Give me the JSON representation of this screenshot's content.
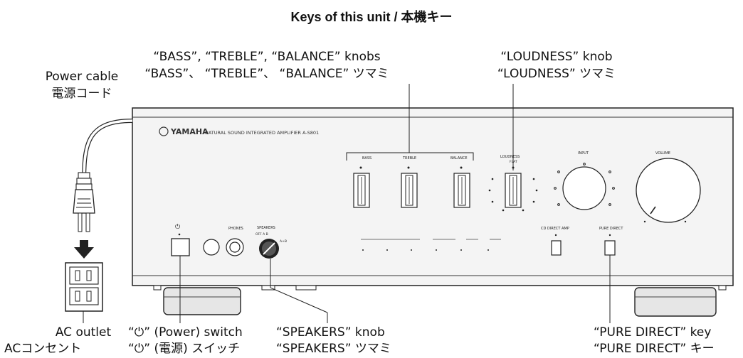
{
  "title": "Keys of this unit / 本機キー",
  "unit": {
    "brand": "YAMAHA",
    "model_line": "NATURAL SOUND INTEGRATED AMPLIFIER  A-S801",
    "knob_labels": {
      "bass": "BASS",
      "treble": "TREBLE",
      "balance": "BALANCE",
      "loudness": "LOUDNESS",
      "flat": "FLAT",
      "input": "INPUT",
      "volume": "VOLUME",
      "phones": "PHONES",
      "speakers": "SPEAKERS",
      "cd_direct_amp": "CD DIRECT AMP",
      "pure_direct": "PURE DIRECT"
    }
  },
  "labels": {
    "tone_knobs": {
      "en": "“BASS”, “TREBLE”, “BALANCE”  knobs",
      "ja": "“BASS”、 “TREBLE”、 “BALANCE” ツマミ"
    },
    "loudness": {
      "en": "“LOUDNESS” knob",
      "ja": "“LOUDNESS” ツマミ"
    },
    "power_cable": {
      "en": "Power cable",
      "ja": "電源コード"
    },
    "ac_outlet": {
      "en": "AC outlet",
      "ja": "ACコンセント"
    },
    "power_switch": {
      "en": "“⏻” (Power) switch",
      "ja": "“⏻” (電源) スイッチ"
    },
    "speakers": {
      "en": "“SPEAKERS”  knob",
      "ja": "“SPEAKERS” ツマミ"
    },
    "pure_direct": {
      "en": "“PURE DIRECT” key",
      "ja": "“PURE DIRECT” キー"
    }
  }
}
